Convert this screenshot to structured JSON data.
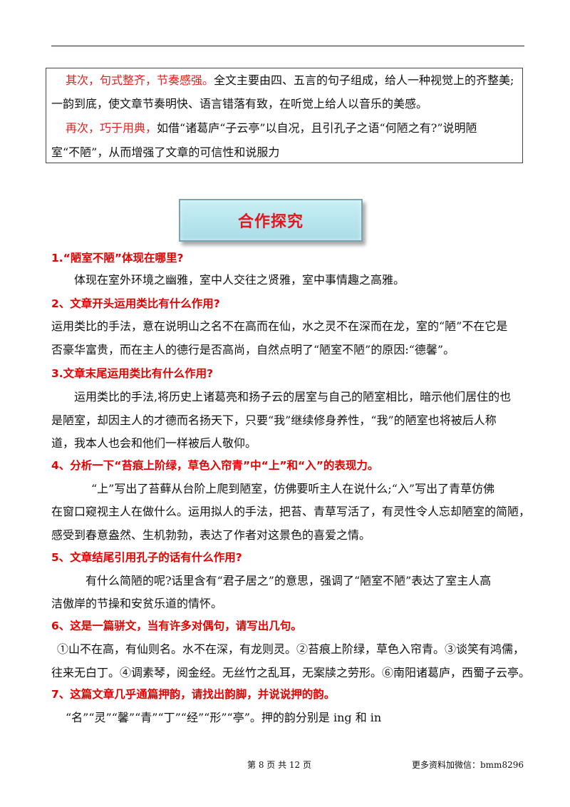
{
  "box": {
    "l1_red": "其次，句式整齐，节奏感强。",
    "l1_rest": "全文主要由四、五言的句子组成，给人一种视觉上的齐整美;",
    "l2": "一韵到底，使文章节奏明快、语言错落有致，在听觉上给人以音乐的美感。",
    "l3_red": "再次，巧于用典，",
    "l3_rest": "如借“诸葛庐“子云亭”以自况，且引孔子之语“何陋之有?”说明陋",
    "l4": "室“不陋”，从而增强了文章的可信性和说服力"
  },
  "banner": "合作探究",
  "questions": [
    {
      "q": "1.“陋室不陋”体现在哪里?",
      "a": [
        "体现在室外环境之幽雅，室中人交往之贤雅，室中事情趣之高雅。"
      ]
    },
    {
      "q": "2、文章开头运用类比有什么作用?",
      "a": [
        "运用类比的手法，意在说明山之名不在高而在仙，水之灵不在深而在龙，室的“陋”不在它是",
        "否豪华富贵，而在主人的德行是否高尚，自然点明了“陋室不陋”的原因:“德馨”。"
      ]
    },
    {
      "q": "3.文章末尾运用类比有什么作用?",
      "a": [
        "运用类比的手法,将历史上诸葛亮和扬子云的居室与自己的陋室相比，暗示他们居住的也",
        "是陋室，却因主人的才德而名扬天下，只要“我”继续修身养性，“我”的陋室也将被后人称",
        "道，我本人也会和他们一样被后人敬仰。"
      ]
    },
    {
      "q": "4、分析一下“苔痕上阶绿，草色入帘青”中“上”和“入”的表现力。",
      "a": [
        "“上”写出了苔藓从台阶上爬到陋室，仿佛要听主人在说什么;“入”写出了青草仿佛",
        "在窗口窥视主人在做什么。运用拟人的手法，把苔、青草写活了，有灵性令人忘却陋室的简陋，",
        "感受到春意盎然、生机勃勃，表达了作者对这景色的喜爱之情。"
      ]
    },
    {
      "q": "5、文章结尾引用孔子的话有什么作用?",
      "a": [
        "有什么简陋的呢?话里含有“君子居之”的意思，强调了“陋室不陋”表达了室主人高",
        "洁傲岸的节操和安贫乐道的情怀。"
      ]
    },
    {
      "q": "6、这是一篇骈文，当有许多对偶句，请写出几句。",
      "a": [
        "①山不在高，有仙则名。水不在深，有龙则灵。②苔痕上阶绿，草色入帘青。③谈笑有鸿儒，",
        "往来无白丁。④调素琴，阅金经。无丝竹之乱耳，无案牍之劳形。⑥南阳诸葛庐，西蜀子云亭。"
      ]
    },
    {
      "q": "7、这篇文章几乎通篇押韵，请找出韵脚，并说说押的韵。",
      "a": [
        "“名”“灵”“馨”“青”“丁”“经”“形”“亭”。押的韵分别是 ing 和 in"
      ]
    }
  ],
  "footer": {
    "page": "第 8 页 共 12 页",
    "wechat": "更多资料加微信：bmm8296"
  }
}
